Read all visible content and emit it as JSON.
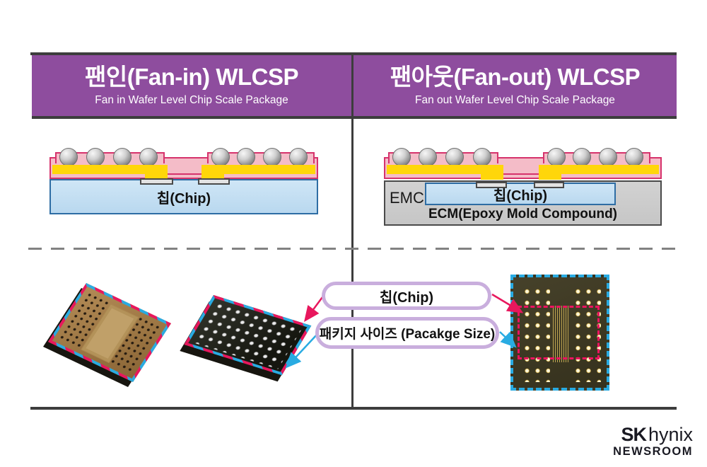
{
  "headers": {
    "fan_in": {
      "title": "팬인(Fan-in) WLCSP",
      "subtitle": "Fan in Wafer Level Chip Scale Package"
    },
    "fan_out": {
      "title": "팬아웃(Fan-out) WLCSP",
      "subtitle": "Fan out Wafer Level Chip Scale Package"
    }
  },
  "cross_sections": {
    "fan_in": {
      "chip_label": "칩(Chip)"
    },
    "fan_out": {
      "emc_short_label": "EMC",
      "chip_label": "칩(Chip)",
      "mold_label": "ECM(Epoxy Mold Compound)"
    }
  },
  "callouts": {
    "chip_pill": "칩(Chip)",
    "package_size_pill": "패키지 사이즈 (Pacakge Size)"
  },
  "footer": {
    "brand_primary": "SK",
    "brand_secondary": "hynix",
    "brand_tagline": "NEWSROOM"
  },
  "colors": {
    "header_purple": "#8e4d9e",
    "outline_dark": "#3d3d3d",
    "divider_gray": "#828282",
    "band_pink": "#f4bcc8",
    "band_outline_crimson": "#d6336c",
    "rdl_yellow": "#ffd60a",
    "chip_blue": "#c3def2",
    "chip_blue_outline": "#2e6da4",
    "emc_gray": "#cdcdcd",
    "callout_border_purple": "#c9aedd",
    "arrow_red": "#e8175d",
    "arrow_blue": "#29abe2"
  }
}
